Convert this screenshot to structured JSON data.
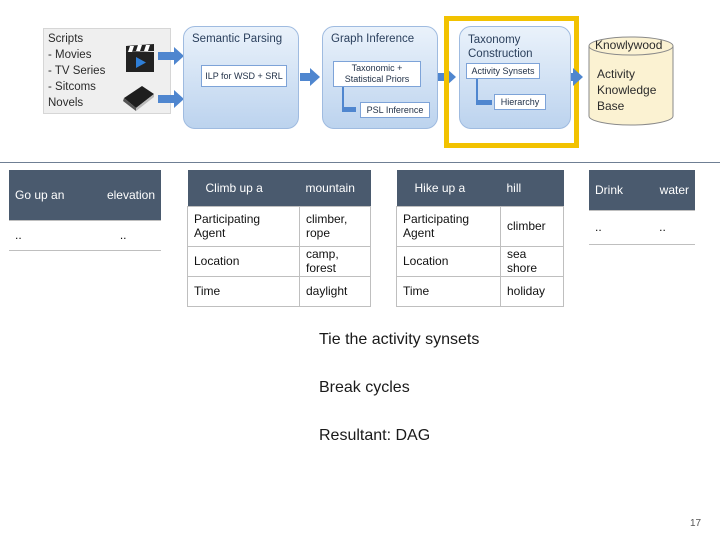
{
  "pipeline": {
    "scripts": {
      "title": "Scripts",
      "items": [
        "Movies",
        "TV Series",
        "Sitcoms"
      ],
      "extra": "Novels"
    },
    "semantic_parsing": {
      "title": "Semantic Parsing",
      "box": "ILP for WSD + SRL"
    },
    "graph_inference": {
      "title": "Graph Inference",
      "box1": "Taxonomic + Statistical Priors",
      "box2": "PSL Inference"
    },
    "taxonomy": {
      "title": "Taxonomy Construction",
      "box1": "Activity Synsets",
      "box2": "Hierarchy"
    },
    "knowlywood": {
      "title": "Knowlywood",
      "body": [
        "Activity",
        "Knowledge",
        "Base"
      ]
    },
    "colors": {
      "highlight": "#f2c200",
      "stage": "#bcd3ee",
      "arrow": "#4f86cf",
      "table_header": "#4a5a6e"
    }
  },
  "tables": {
    "t1": {
      "head": [
        "Go up an",
        "elevation"
      ],
      "row": [
        "..",
        ".."
      ]
    },
    "t2": {
      "head": [
        "Climb up a",
        "mountain"
      ],
      "rows": [
        [
          "Participating Agent",
          "climber, rope"
        ],
        [
          "Location",
          "camp, forest"
        ],
        [
          "Time",
          "daylight"
        ]
      ]
    },
    "t3": {
      "head": [
        "Hike up a",
        "hill"
      ],
      "rows": [
        [
          "Participating Agent",
          "climber"
        ],
        [
          "Location",
          "sea shore"
        ],
        [
          "Time",
          "holiday"
        ]
      ]
    },
    "t4": {
      "head": [
        "Drink",
        "water"
      ],
      "row": [
        "..",
        ".."
      ]
    }
  },
  "text": {
    "line1": "Tie the activity synsets",
    "line2": "Break cycles",
    "line3": "Resultant: DAG"
  },
  "page_number": "17"
}
